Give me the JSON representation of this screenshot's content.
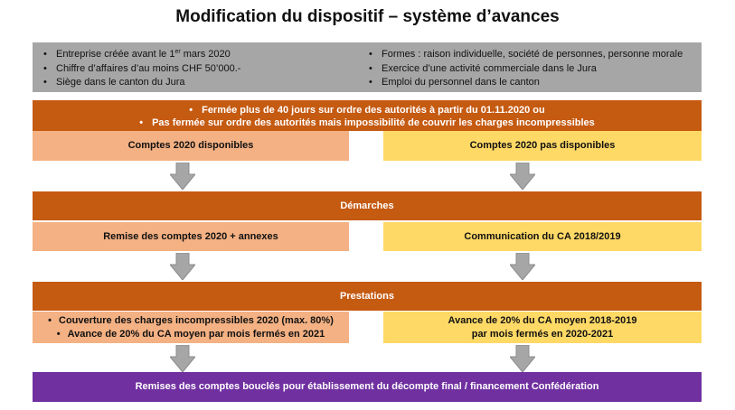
{
  "title": "Modification du dispositif – système d’avances",
  "conditions": {
    "left": {
      "item1_pre": "Entreprise créée avant le 1",
      "item1_sup": "er",
      "item1_post": " mars 2020",
      "item2": "Chiffre d’affaires d’au moins CHF 50’000.-",
      "item3": "Siège dans le canton du Jura"
    },
    "right": {
      "item1": "Formes : raison individuelle, société de personnes, personne morale",
      "item2": "Exercice d’une activité commerciale dans le Jura",
      "item3": "Emploi du personnel dans le canton"
    }
  },
  "closure": {
    "line1": "Fermée plus de 40 jours sur ordre des autorités à partir du 01.11.2020  ou",
    "line2": "Pas fermée sur ordre des autorités mais impossibilité de couvrir les charges incompressibles"
  },
  "accounts": {
    "available": "Comptes 2020 disponibles",
    "not_available": "Comptes 2020 pas disponibles"
  },
  "steps_header": "Démarches",
  "steps": {
    "left": "Remise des comptes 2020 + annexes",
    "right": "Communication du CA 2018/2019"
  },
  "services_header": "Prestations",
  "services": {
    "left_line1": "Couverture des charges incompressibles 2020 (max. 80%)",
    "left_line2": "Avance de 20% du CA moyen par mois fermés en 2021",
    "right_line1": "Avance de 20% du CA moyen 2018-2019",
    "right_line2": "par mois fermés en 2020-2021"
  },
  "final": "Remises des comptes bouclés pour établissement du décompte final / financement Confédération",
  "colors": {
    "gray": "#a6a6a6",
    "orange": "#c55a11",
    "peach": "#f4b183",
    "yellow": "#ffd966",
    "purple": "#7030a0",
    "arrow": "#a6a6a6"
  }
}
